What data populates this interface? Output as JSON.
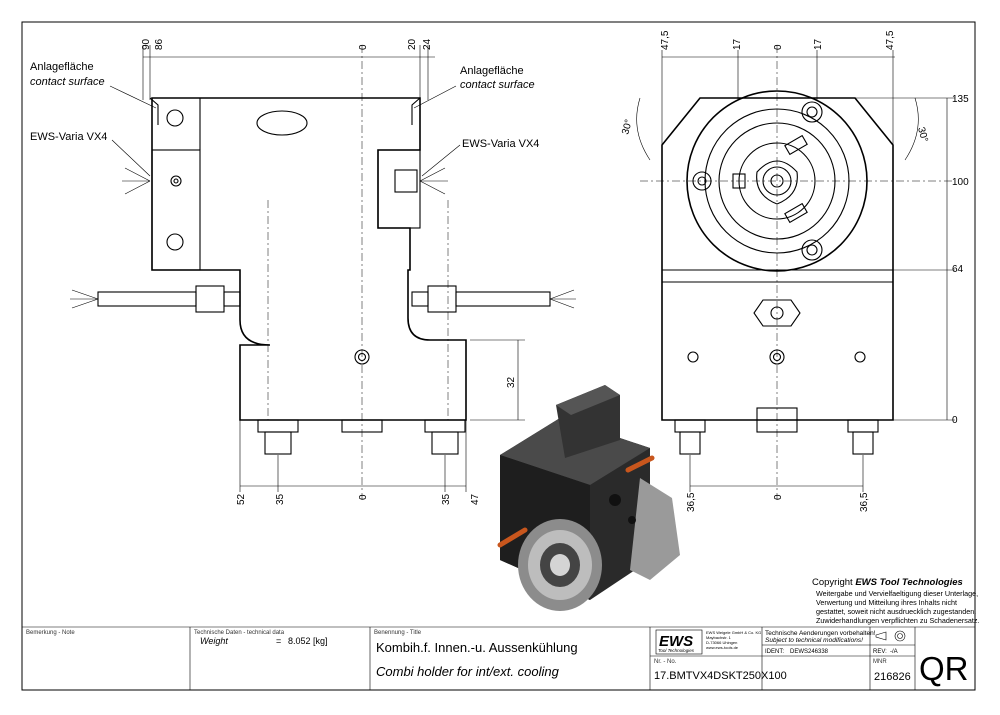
{
  "views": {
    "side": {
      "contact_left_de": "Anlagefläche",
      "contact_left_en": "contact surface",
      "contact_right_de": "Anlagefläche",
      "contact_right_en": "contact surface",
      "ews_left": "EWS-Varia VX4",
      "ews_right": "EWS-Varia VX4",
      "top_dims": [
        "90",
        "86",
        "0",
        "20",
        "24"
      ],
      "bottom_dims": [
        "52",
        "35",
        "0",
        "35",
        "47"
      ],
      "height_dim": "32"
    },
    "front": {
      "top_dims": [
        "47,5",
        "17",
        "0",
        "17",
        "47,5"
      ],
      "right_dims": [
        "135",
        "100",
        "64",
        "0"
      ],
      "bottom_dims": [
        "36,5",
        "0",
        "36,5"
      ],
      "angle_left": "30°",
      "angle_right": "30°"
    }
  },
  "copyright": {
    "prefix": "Copyright ",
    "brand": "EWS Tool Technologies",
    "lines": [
      "Weitergabe und Vervielfaeltigung dieser Unterlage,",
      "Verwertung und Mitteilung ihres Inhalts nicht",
      "gestattet, soweit nicht ausdruecklich zugestanden.",
      "Zuwiderhandlungen verpflichten zu Schadenersatz."
    ]
  },
  "title_block": {
    "remark_label": "Bemerkung - Note",
    "tech_label": "Technische Daten - technical data",
    "weight_label": "Weight",
    "weight_eq": "=",
    "weight_value": "8.052 [kg]",
    "title_label": "Benennung - Title",
    "title_de": "Kombih.f. Innen.-u. Aussenkühlung",
    "title_en": "Combi holder for int/ext. cooling",
    "logo_text": "EWS",
    "logo_sub": "Tool Technologies",
    "company_lines": [
      "EWS Weigele GmbH & Co. KG",
      "Maybachstr. 1",
      "D-73066 Uhingen",
      "www.ews-tools.de"
    ],
    "nr_label": "Nr. - No.",
    "number": "17.BMTVX4DSKT250X100",
    "changes_de": "Technische Aenderungen vorbehalten!",
    "changes_en": "Subject to technical modifications!",
    "ident_label": "IDENT:",
    "ident_value": "DEWS246338",
    "rev_label": "REV:",
    "rev_value": "-/A",
    "mnr_label": "MNR",
    "mnr_value": "216826",
    "qr_label": "QR"
  }
}
